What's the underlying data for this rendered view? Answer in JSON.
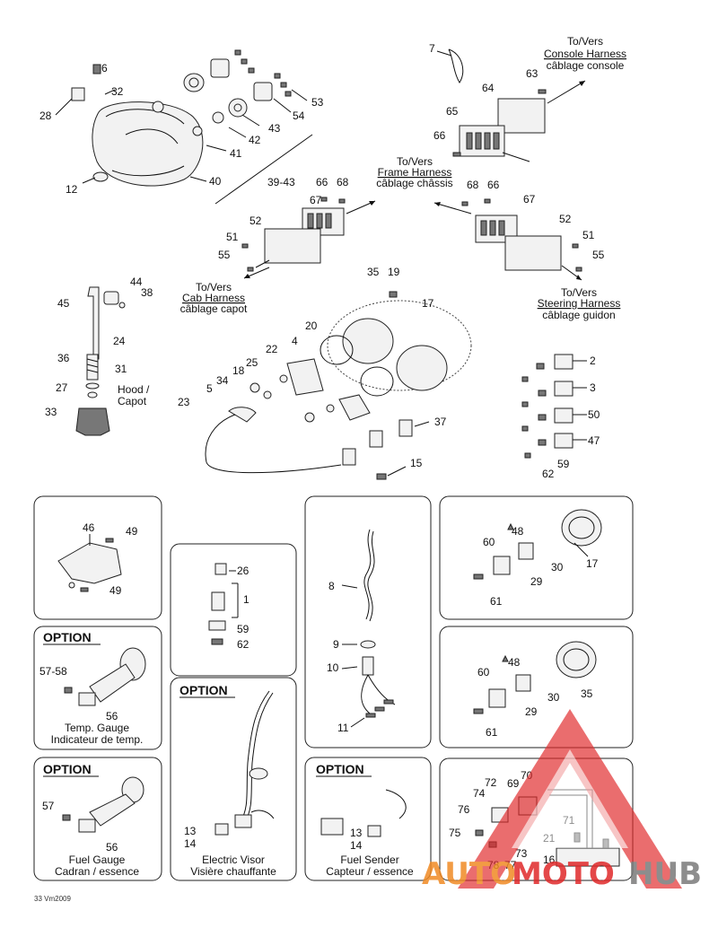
{
  "diagram": {
    "callouts": [
      {
        "id": "c6",
        "text": "6"
      },
      {
        "id": "c28",
        "text": "28"
      },
      {
        "id": "c32",
        "text": "32"
      },
      {
        "id": "c12",
        "text": "12"
      },
      {
        "id": "c40",
        "text": "40"
      },
      {
        "id": "c41",
        "text": "41"
      },
      {
        "id": "c42",
        "text": "42"
      },
      {
        "id": "c43",
        "text": "43"
      },
      {
        "id": "c53",
        "text": "53"
      },
      {
        "id": "c54",
        "text": "54"
      },
      {
        "id": "c3943",
        "text": "39-43"
      },
      {
        "id": "c7",
        "text": "7"
      },
      {
        "id": "c63",
        "text": "63"
      },
      {
        "id": "c64",
        "text": "64"
      },
      {
        "id": "c65",
        "text": "65"
      },
      {
        "id": "c66a",
        "text": "66"
      },
      {
        "id": "c66b",
        "text": "66"
      },
      {
        "id": "c68a",
        "text": "68"
      },
      {
        "id": "c67a",
        "text": "67"
      },
      {
        "id": "c52a",
        "text": "52"
      },
      {
        "id": "c51a",
        "text": "51"
      },
      {
        "id": "c55a",
        "text": "55"
      },
      {
        "id": "c68b",
        "text": "68"
      },
      {
        "id": "c66c",
        "text": "66"
      },
      {
        "id": "c67b",
        "text": "67"
      },
      {
        "id": "c52b",
        "text": "52"
      },
      {
        "id": "c51b",
        "text": "51"
      },
      {
        "id": "c55b",
        "text": "55"
      },
      {
        "id": "c44",
        "text": "44"
      },
      {
        "id": "c38",
        "text": "38"
      },
      {
        "id": "c45",
        "text": "45"
      },
      {
        "id": "c24",
        "text": "24"
      },
      {
        "id": "c36",
        "text": "36"
      },
      {
        "id": "c31",
        "text": "31"
      },
      {
        "id": "c27",
        "text": "27"
      },
      {
        "id": "c33",
        "text": "33"
      },
      {
        "id": "c35",
        "text": "35"
      },
      {
        "id": "c19",
        "text": "19"
      },
      {
        "id": "c17",
        "text": "17"
      },
      {
        "id": "c20",
        "text": "20"
      },
      {
        "id": "c4",
        "text": "4"
      },
      {
        "id": "c22",
        "text": "22"
      },
      {
        "id": "c25",
        "text": "25"
      },
      {
        "id": "c18",
        "text": "18"
      },
      {
        "id": "c34",
        "text": "34"
      },
      {
        "id": "c5",
        "text": "5"
      },
      {
        "id": "c23",
        "text": "23"
      },
      {
        "id": "c37",
        "text": "37"
      },
      {
        "id": "c15",
        "text": "15"
      },
      {
        "id": "c2",
        "text": "2"
      },
      {
        "id": "c3",
        "text": "3"
      },
      {
        "id": "c50",
        "text": "50"
      },
      {
        "id": "c47",
        "text": "47"
      },
      {
        "id": "c59a",
        "text": "59"
      },
      {
        "id": "c62a",
        "text": "62"
      },
      {
        "id": "c46",
        "text": "46"
      },
      {
        "id": "c49a",
        "text": "49"
      },
      {
        "id": "c49b",
        "text": "49"
      },
      {
        "id": "c26",
        "text": "26"
      },
      {
        "id": "c1",
        "text": "1"
      },
      {
        "id": "c59b",
        "text": "59"
      },
      {
        "id": "c62b",
        "text": "62"
      },
      {
        "id": "c8",
        "text": "8"
      },
      {
        "id": "c9",
        "text": "9"
      },
      {
        "id": "c10",
        "text": "10"
      },
      {
        "id": "c11",
        "text": "11"
      },
      {
        "id": "c48a",
        "text": "48"
      },
      {
        "id": "c60a",
        "text": "60"
      },
      {
        "id": "c30a",
        "text": "30"
      },
      {
        "id": "c17b",
        "text": "17"
      },
      {
        "id": "c29a",
        "text": "29"
      },
      {
        "id": "c61a",
        "text": "61"
      },
      {
        "id": "c48b",
        "text": "48"
      },
      {
        "id": "c60b",
        "text": "60"
      },
      {
        "id": "c30b",
        "text": "30"
      },
      {
        "id": "c35b",
        "text": "35"
      },
      {
        "id": "c29b",
        "text": "29"
      },
      {
        "id": "c61b",
        "text": "61"
      },
      {
        "id": "c5758",
        "text": "57-58"
      },
      {
        "id": "c56a",
        "text": "56"
      },
      {
        "id": "c57",
        "text": "57"
      },
      {
        "id": "c56b",
        "text": "56"
      },
      {
        "id": "c13a",
        "text": "13"
      },
      {
        "id": "c14a",
        "text": "14"
      },
      {
        "id": "c13b",
        "text": "13"
      },
      {
        "id": "c14b",
        "text": "14"
      },
      {
        "id": "c72",
        "text": "72"
      },
      {
        "id": "c70",
        "text": "70"
      },
      {
        "id": "c74",
        "text": "74"
      },
      {
        "id": "c69",
        "text": "69"
      },
      {
        "id": "c76",
        "text": "76"
      },
      {
        "id": "c71",
        "text": "71"
      },
      {
        "id": "c75",
        "text": "75"
      },
      {
        "id": "c73",
        "text": "73"
      },
      {
        "id": "c21",
        "text": "21"
      },
      {
        "id": "c78",
        "text": "78"
      },
      {
        "id": "c77",
        "text": "77"
      },
      {
        "id": "c16",
        "text": "16"
      }
    ],
    "labels": {
      "console": [
        "To/Vers",
        "Console Harness",
        "câblage console"
      ],
      "frame": [
        "To/Vers",
        "Frame Harness",
        "câblage châssis"
      ],
      "cab": [
        "To/Vers",
        "Cab Harness",
        "câblage capot"
      ],
      "steering": [
        "To/Vers",
        "Steering Harness",
        "câblage guidon"
      ],
      "hood": [
        "Hood /",
        "Capot"
      ],
      "temp_gauge": [
        "Temp. Gauge",
        "Indicateur de temp."
      ],
      "fuel_gauge": [
        "Fuel Gauge",
        "Cadran / essence"
      ],
      "visor": [
        "Electric Visor",
        "Visière chauffante"
      ],
      "fuel_sender": [
        "Fuel Sender",
        "Capteur / essence"
      ]
    },
    "option_label": "OPTION",
    "footer_code": "33 Vm2009",
    "watermark": {
      "part1": "AUTO",
      "part2": "MOTO",
      "part3": "HUB"
    },
    "colors": {
      "watermark_red": "#e0292a",
      "watermark_gray": "#7a7a7a",
      "watermark_orange": "#f08a24"
    }
  }
}
